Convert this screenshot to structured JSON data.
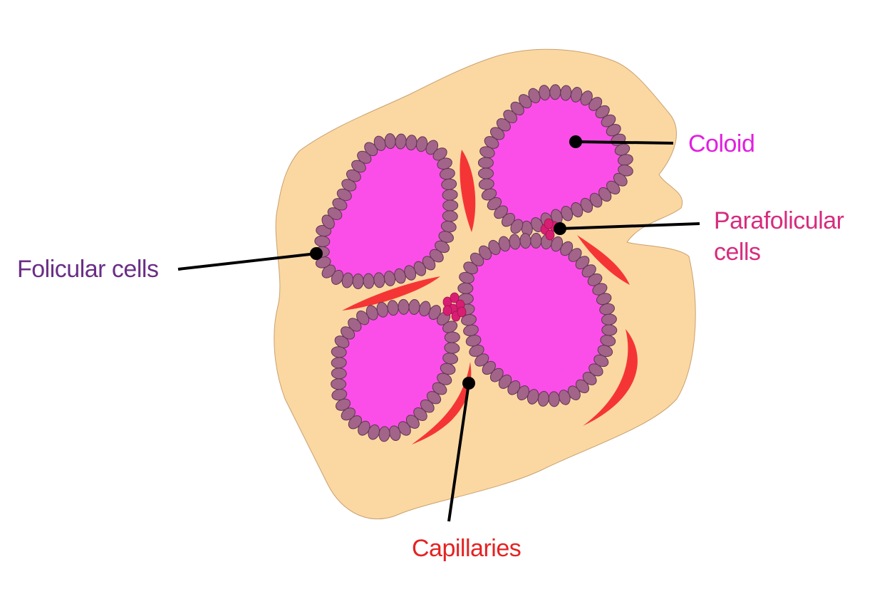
{
  "labels": {
    "coloid": "Coloid",
    "parafollicular_line1": "Parafolicular",
    "parafollicular_line2": "cells",
    "follicular": "Folicular cells",
    "capillaries": "Capillaries"
  },
  "colors": {
    "tissue": "#fbd8a2",
    "tissue_outline": "#c9a070",
    "colloid": "#fb4ee8",
    "follicular_cell": "#a3648a",
    "follicular_cell_outline": "#5e3550",
    "parafollicular_cell": "#d81e72",
    "capillary": "#f53535",
    "leader": "#000000",
    "label_coloid": "#e21ee0",
    "label_parafollicular": "#d72c7f",
    "label_follicular": "#6a2e86",
    "label_capillaries": "#e52222"
  }
}
